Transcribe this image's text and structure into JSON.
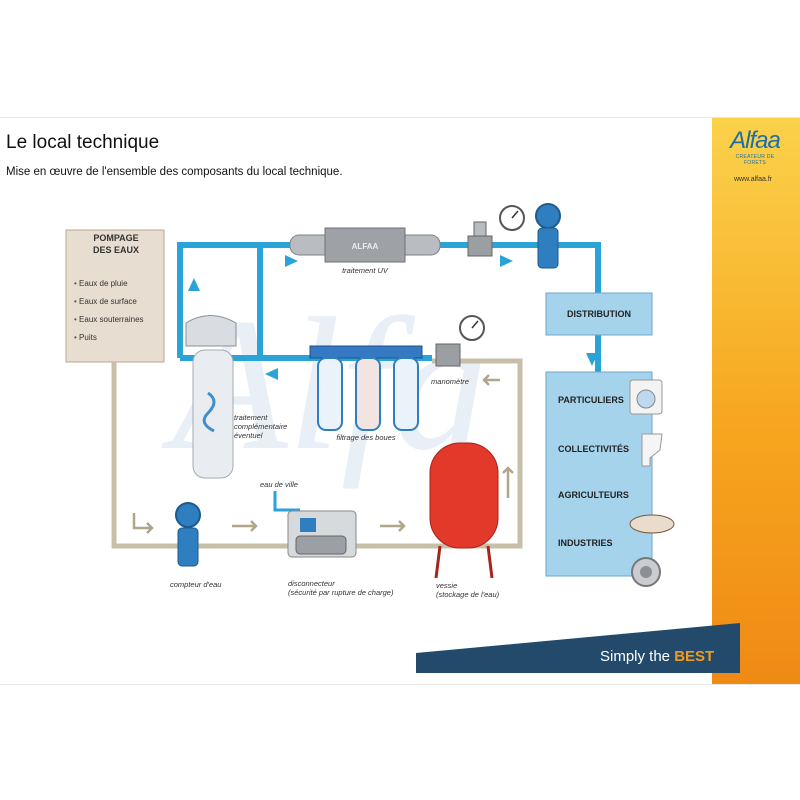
{
  "slide": {
    "title": "Le local technique",
    "subtitle": "Mise en œuvre de l'ensemble des composants du local technique."
  },
  "logo": {
    "brand": "Alfaa",
    "tagline": "CREATEUR DE FORETS",
    "website": "www.alfaa.fr"
  },
  "pumping": {
    "title_line1": "POMPAGE",
    "title_line2": "DES EAUX",
    "items": [
      "Eaux de pluie",
      "Eaux de surface",
      "Eaux souterraines",
      "Puits"
    ]
  },
  "components": {
    "uv": "traitement UV",
    "uv_brand": "ALFAA",
    "treatment_line1": "traitement",
    "treatment_line2": "complémentaire",
    "treatment_line3": "éventuel",
    "filter": "filtrage des boues",
    "manometer": "manomètre",
    "city_water": "eau de ville",
    "meter": "compteur d'eau",
    "disconnector_line1": "disconnecteur",
    "disconnector_line2": "(sécurité par rupture de charge)",
    "tank_line1": "vessie",
    "tank_line2": "(stockage de l'eau)"
  },
  "distribution": {
    "title": "DISTRIBUTION",
    "categories": [
      "PARTICULIERS",
      "COLLECTIVITÉS",
      "AGRICULTEURS",
      "INDUSTRIES"
    ]
  },
  "footer": {
    "slogan_prefix": "Simply the ",
    "slogan_highlight": "BEST"
  },
  "colors": {
    "blue_pipe": "#2aa3d8",
    "beige_pipe": "#c8bfa8",
    "accent_orange": "#f39a1e",
    "navy": "#234a6a"
  }
}
